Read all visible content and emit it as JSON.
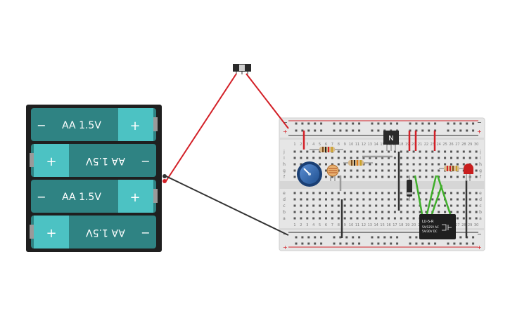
{
  "battery_pack": {
    "cells": [
      {
        "label": "AA 1.5V",
        "neg": "−",
        "pos": "+",
        "flipped": false
      },
      {
        "label": "AA 1.5V",
        "neg": "−",
        "pos": "+",
        "flipped": true
      },
      {
        "label": "AA 1.5V",
        "neg": "−",
        "pos": "+",
        "flipped": false
      },
      {
        "label": "AA 1.5V",
        "neg": "−",
        "pos": "+",
        "flipped": true
      }
    ]
  },
  "breadboard": {
    "column_numbers": [
      "1",
      "2",
      "3",
      "4",
      "5",
      "6",
      "7",
      "8",
      "9",
      "10",
      "11",
      "12",
      "13",
      "14",
      "15",
      "16",
      "17",
      "18",
      "19",
      "20",
      "21",
      "22",
      "23",
      "24",
      "25",
      "26",
      "27",
      "28",
      "29",
      "30"
    ],
    "row_letters_top": [
      "j",
      "i",
      "h",
      "g",
      "f"
    ],
    "row_letters_bottom": [
      "e",
      "d",
      "c",
      "b",
      "a"
    ],
    "rail_plus": "+",
    "rail_minus": "−"
  },
  "transistor": {
    "label": "N"
  },
  "relay": {
    "line1": "LU-5-R",
    "line2": "5A/125V AC",
    "line3": "5A/30V DC"
  },
  "colors": {
    "red_wire": "#d32027",
    "black_wire": "#333333",
    "green_wire": "#3fae2a",
    "battery_cell": "#2e8b8b",
    "battery_cap": "#4cc5c5",
    "led": "#c81e1e",
    "pot": "#2b6cb0"
  }
}
